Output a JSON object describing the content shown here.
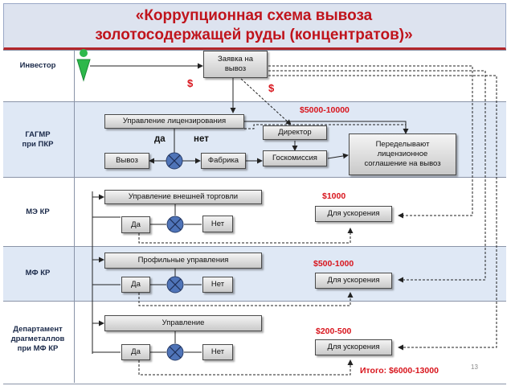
{
  "title": {
    "line1": "«Коррупционная схема вывоза",
    "line2": "золотосодержащей  руды (концентратов)»"
  },
  "lanes": [
    {
      "id": "investor",
      "label": "Инвестор"
    },
    {
      "id": "gagmr",
      "label": "ГАГМР\nпри ПКР"
    },
    {
      "id": "me",
      "label": "МЭ КР"
    },
    {
      "id": "mf",
      "label": "МФ КР"
    },
    {
      "id": "dept",
      "label": "Департамент\nдрагметаллов\nпри МФ КР"
    }
  ],
  "boxes": {
    "request": "Заявка на\nвывоз",
    "licensing": "Управление лицензирования",
    "director": "Директор",
    "export": "Вывоз",
    "factory": "Фабрика",
    "goskomissia": "Госкомиссия",
    "redo_agreement": "Переделывают\nлицензионное\nсоглашение на вывоз",
    "foreign_trade": "Управление внешней торговли",
    "me_yes": "Да",
    "me_no": "Нет",
    "me_speedup": "Для ускорения",
    "profile_depts": "Профильные управления",
    "mf_yes": "Да",
    "mf_no": "Нет",
    "mf_speedup": "Для ускорения",
    "dept_mgmt": "Управление",
    "dept_yes": "Да",
    "dept_no": "Нет",
    "dept_speedup": "Для ускорения"
  },
  "labels": {
    "gagmr_yes": "да",
    "gagmr_no": "нет",
    "dollar_left": "$",
    "dollar_right": "$",
    "bribe_gagmr": "$5000-10000",
    "bribe_me": "$1000",
    "bribe_mf": "$500-1000",
    "bribe_dept": "$200-500",
    "total": "Итого: $6000-13000",
    "page_number": "13"
  },
  "colors": {
    "title_text": "#c0141c",
    "accent_red": "#d8141c",
    "lane_shade": "#dfe8f5",
    "decision_fill": "#4f74b8",
    "investor_icon": "#2db84b"
  }
}
